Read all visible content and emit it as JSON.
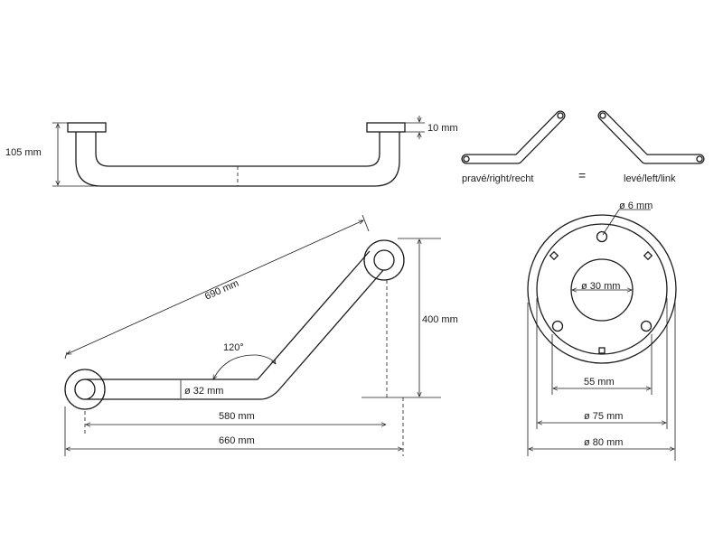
{
  "labels": {
    "plate_thickness": "10 mm",
    "total_height": "105 mm",
    "version_right": "pravé/right/recht",
    "equals": "=",
    "version_left": "levé/left/link",
    "diagonal_length": "690 mm",
    "angle": "120°",
    "tube_diameter": "ø 32 mm",
    "vertical_height": "400 mm",
    "inner_length": "580 mm",
    "total_length": "660 mm",
    "screw_diameter": "ø 6 mm",
    "center_hole": "ø 30 mm",
    "hole_spacing": "55 mm",
    "rosette_inner": "ø 75 mm",
    "rosette_outer": "ø 80 mm"
  }
}
